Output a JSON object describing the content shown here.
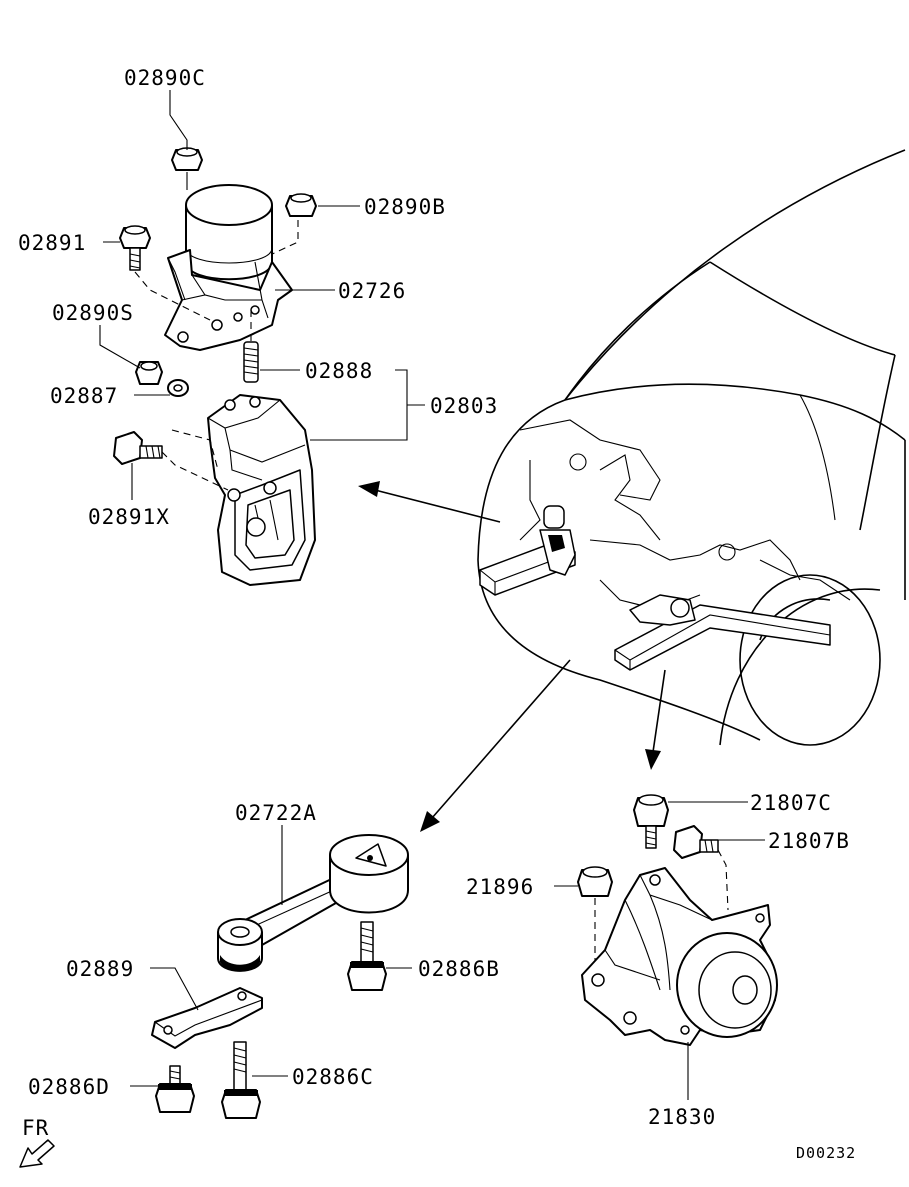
{
  "labels": {
    "p02890C": "02890C",
    "p02890B": "02890B",
    "p02891": "02891",
    "p02726": "02726",
    "p02890S": "02890S",
    "p02888": "02888",
    "p02887": "02887",
    "p02803": "02803",
    "p02891X": "02891X",
    "p02722A": "02722A",
    "p02889": "02889",
    "p02886B": "02886B",
    "p02886C": "02886C",
    "p02886D": "02886D",
    "p21807C": "21807C",
    "p21807B": "21807B",
    "p21896": "21896",
    "p21830": "21830"
  },
  "direction": "FR",
  "drawing_code": "D00232"
}
